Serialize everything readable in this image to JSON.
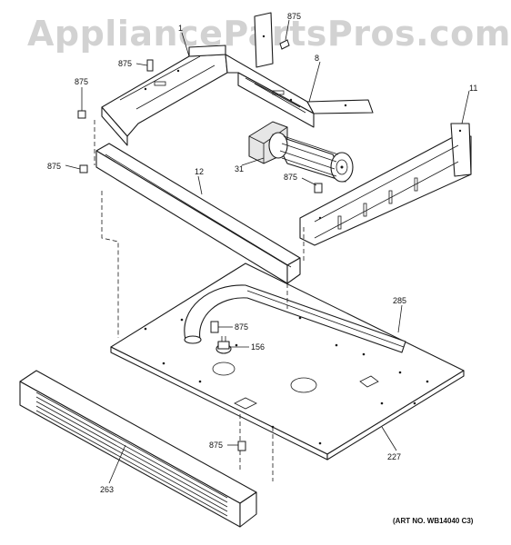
{
  "watermark": "AppliancePartsPros.com",
  "art_number": "(ART NO. WB14040 C3)",
  "callouts": {
    "part_1": "1",
    "part_8": "8",
    "part_11": "11",
    "part_12": "12",
    "part_31": "31",
    "part_156": "156",
    "part_227": "227",
    "part_263": "263",
    "part_285": "285",
    "screw_875_top": "875",
    "screw_875_upper_left": "875",
    "screw_875_left": "875",
    "screw_875_far_left": "875",
    "screw_875_motor": "875",
    "screw_875_panel": "875",
    "screw_875_bottom": "875"
  }
}
